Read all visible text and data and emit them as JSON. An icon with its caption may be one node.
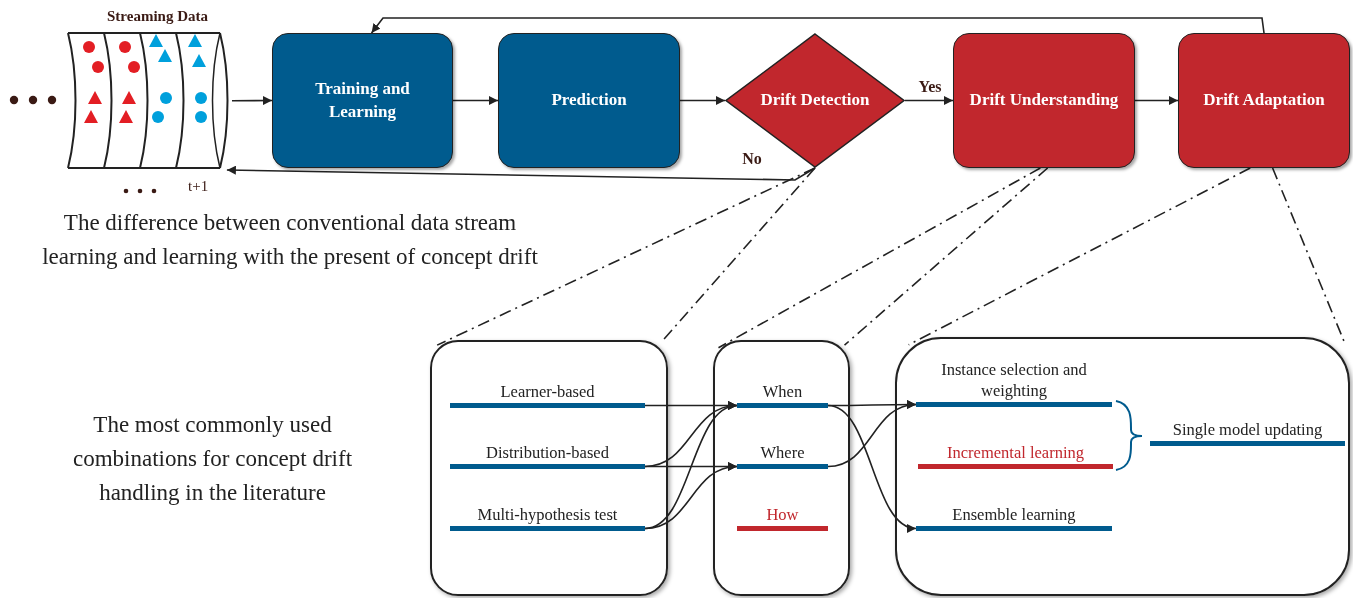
{
  "diagram": {
    "nodes": [
      {
        "text": [
          "Streaming Data"
        ],
        "beside": [
          "t+1"
        ]
      },
      {
        "text": [
          "Training and Learning"
        ]
      },
      {
        "text": [
          "Prediction"
        ]
      },
      {
        "text": [
          "Drift Detection"
        ]
      },
      {
        "text": [
          "Drift Understanding"
        ]
      },
      {
        "text": [
          "Drift Adaptation"
        ]
      },
      {
        "text": [],
        "shape": "box"
      },
      {
        "text": [
          "Learner-based"
        ],
        "in": 6
      },
      {
        "text": [
          "Distribution-based"
        ],
        "in": 6
      },
      {
        "text": [
          "Multi-hypothesis test"
        ],
        "in": 6
      },
      {
        "text": [],
        "shape": "box"
      },
      {
        "text": [
          "When"
        ],
        "in": 10
      },
      {
        "text": [
          "Where"
        ],
        "in": 10
      },
      {
        "text": [
          "How"
        ],
        "in": 10
      },
      {
        "text": [],
        "shape": "box"
      },
      {
        "text": [
          "Instance selection and weighting"
        ],
        "in": 14
      },
      {
        "text": [
          "Incremental learning"
        ],
        "in": 14
      },
      {
        "text": [
          "Ensemble learning"
        ],
        "in": 14
      },
      {
        "text": [
          "Single model updating"
        ],
        "in": 14
      }
    ],
    "edges": [
      {
        "from": 0,
        "to": 1,
        "arrow": "to"
      },
      {
        "from": 1,
        "to": 2,
        "arrow": "to"
      },
      {
        "from": 2,
        "to": 3,
        "arrow": "to"
      },
      {
        "from": 3,
        "to": 4,
        "arrow": "to",
        "label": "Yes"
      },
      {
        "from": 4,
        "to": 5,
        "arrow": "to"
      },
      {
        "from": 5,
        "to": 1,
        "arrow": "to"
      },
      {
        "from": 3,
        "to": 0,
        "arrow": "to",
        "label": "No"
      },
      {
        "from": 3,
        "to": 6,
        "arrow": "none",
        "style": "dashed"
      },
      {
        "from": 3,
        "to": 6,
        "arrow": "none",
        "style": "dashed"
      },
      {
        "from": 4,
        "to": 10,
        "arrow": "none",
        "style": "dashed"
      },
      {
        "from": 4,
        "to": 10,
        "arrow": "none",
        "style": "dashed"
      },
      {
        "from": 5,
        "to": 14,
        "arrow": "none",
        "style": "dashed"
      },
      {
        "from": 5,
        "to": 14,
        "arrow": "none",
        "style": "dashed"
      },
      {
        "from": 7,
        "to": 11,
        "arrow": "to"
      },
      {
        "from": 8,
        "to": 11,
        "arrow": "to"
      },
      {
        "from": 8,
        "to": 12,
        "arrow": "to"
      },
      {
        "from": 9,
        "to": 11,
        "arrow": "to"
      },
      {
        "from": 9,
        "to": 12,
        "arrow": "to"
      },
      {
        "from": 11,
        "to": 15,
        "arrow": "to"
      },
      {
        "from": 12,
        "to": 15,
        "arrow": "to"
      },
      {
        "from": 11,
        "to": 17,
        "arrow": "to"
      }
    ],
    "labels": [
      "The difference between conventional data stream learning and learning with the present of concept drift",
      "The most commonly used combinations for concept drift handling in the literature"
    ]
  }
}
